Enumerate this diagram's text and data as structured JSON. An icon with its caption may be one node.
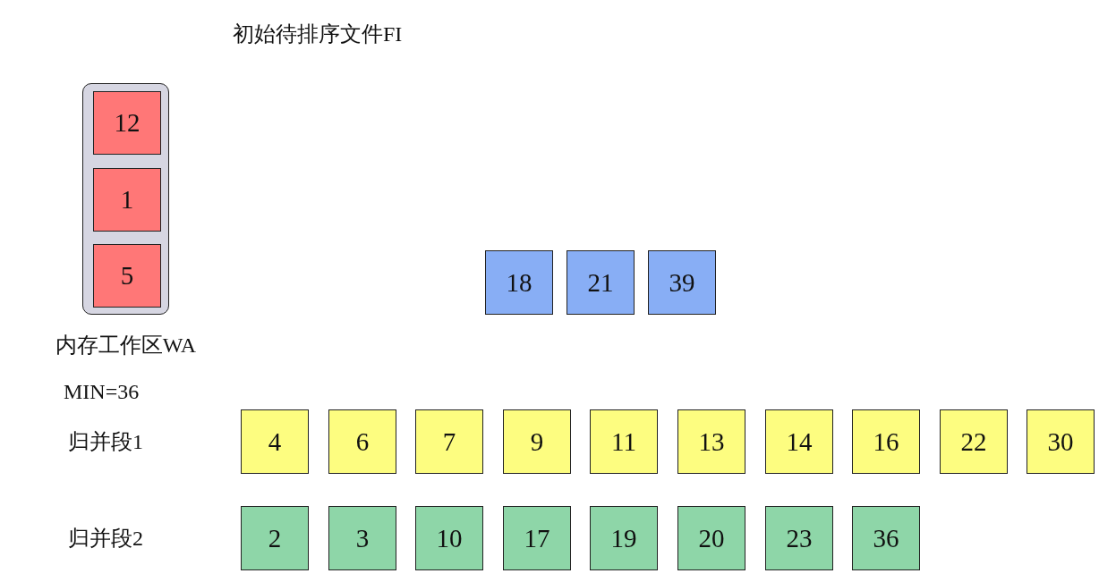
{
  "diagram": {
    "title": "初始待排序文件FI",
    "nodes": [
      {
        "text": [],
        "shape": "box",
        "beside": [
          "内存工作区WA"
        ]
      },
      {
        "text": [
          "12"
        ],
        "in": 0
      },
      {
        "text": [
          "1"
        ],
        "in": 0
      },
      {
        "text": [
          "5"
        ],
        "in": 0
      },
      {
        "text": [
          "18"
        ]
      },
      {
        "text": [
          "21"
        ]
      },
      {
        "text": [
          "39"
        ]
      },
      {
        "text": [
          "4"
        ]
      },
      {
        "text": [
          "6"
        ]
      },
      {
        "text": [
          "7"
        ]
      },
      {
        "text": [
          "9"
        ]
      },
      {
        "text": [
          "11"
        ]
      },
      {
        "text": [
          "13"
        ]
      },
      {
        "text": [
          "14"
        ]
      },
      {
        "text": [
          "16"
        ]
      },
      {
        "text": [
          "22"
        ]
      },
      {
        "text": [
          "30"
        ]
      },
      {
        "text": [
          "2"
        ]
      },
      {
        "text": [
          "3"
        ]
      },
      {
        "text": [
          "10"
        ]
      },
      {
        "text": [
          "17"
        ]
      },
      {
        "text": [
          "19"
        ]
      },
      {
        "text": [
          "20"
        ]
      },
      {
        "text": [
          "23"
        ]
      },
      {
        "text": [
          "36"
        ]
      }
    ],
    "labels": [
      "MIN=36",
      "归并段1",
      "归并段2"
    ]
  }
}
